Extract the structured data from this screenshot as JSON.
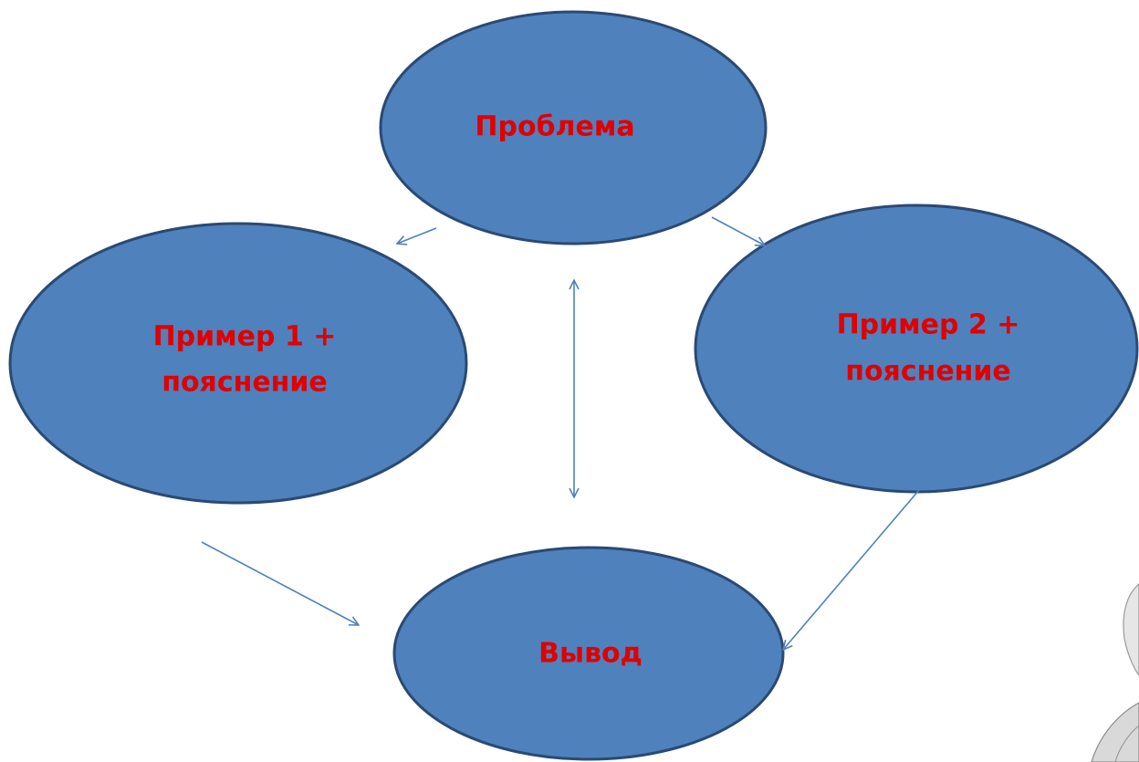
{
  "colors": {
    "node_fill": "#4F81BD",
    "node_stroke": "#2A4A73",
    "label": "#E00000",
    "arrow": "#4F81BD"
  },
  "nodes": {
    "problem": {
      "label": "Проблема"
    },
    "example1": {
      "line1": "Пример 1 +",
      "line2": "пояснение"
    },
    "example2": {
      "line1": "Пример 2 +",
      "line2": "пояснение"
    },
    "conclusion": {
      "label": "Вывод"
    }
  },
  "edges": [
    {
      "from": "problem",
      "to": "example1",
      "direction": "forward"
    },
    {
      "from": "problem",
      "to": "example2",
      "direction": "forward"
    },
    {
      "from": "problem",
      "to": "conclusion",
      "direction": "both"
    },
    {
      "from": "example1",
      "to": "conclusion",
      "direction": "forward"
    },
    {
      "from": "example2",
      "to": "conclusion",
      "direction": "forward"
    }
  ]
}
